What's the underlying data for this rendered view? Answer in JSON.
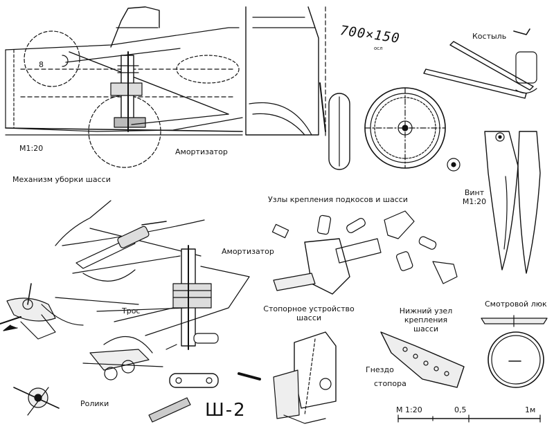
{
  "labels": {
    "scale_main": "М1:20",
    "amortizator_top": "Амортизатор",
    "retraction_mechanism": "Механизм уборки шасси",
    "tire_size_main": "700×150",
    "tire_size_sub": "осл",
    "tailskid": "Костыль",
    "propeller_line1": "Винт",
    "propeller_line2": "М1:20",
    "strut_mounts": "Узлы крепления подкосов и шасси",
    "amortizator_mid": "Амортизатор",
    "cable": "Трос",
    "lock_device_line1": "Стопорное устройство",
    "lock_device_line2": "шасси",
    "lower_mount_line1": "Нижний узел",
    "lower_mount_line2": "крепления",
    "lower_mount_line3": "шасси",
    "inspection_hatch": "Смотровой люк",
    "lock_socket_line1": "Гнездо",
    "lock_socket_line2": "стопора",
    "rollers": "Ролики",
    "aircraft_name": "Ш-2",
    "scale_bar_title": "М 1:20",
    "scale_bar_mid": "0,5",
    "scale_bar_end": "1м",
    "hub_mark": "8"
  }
}
